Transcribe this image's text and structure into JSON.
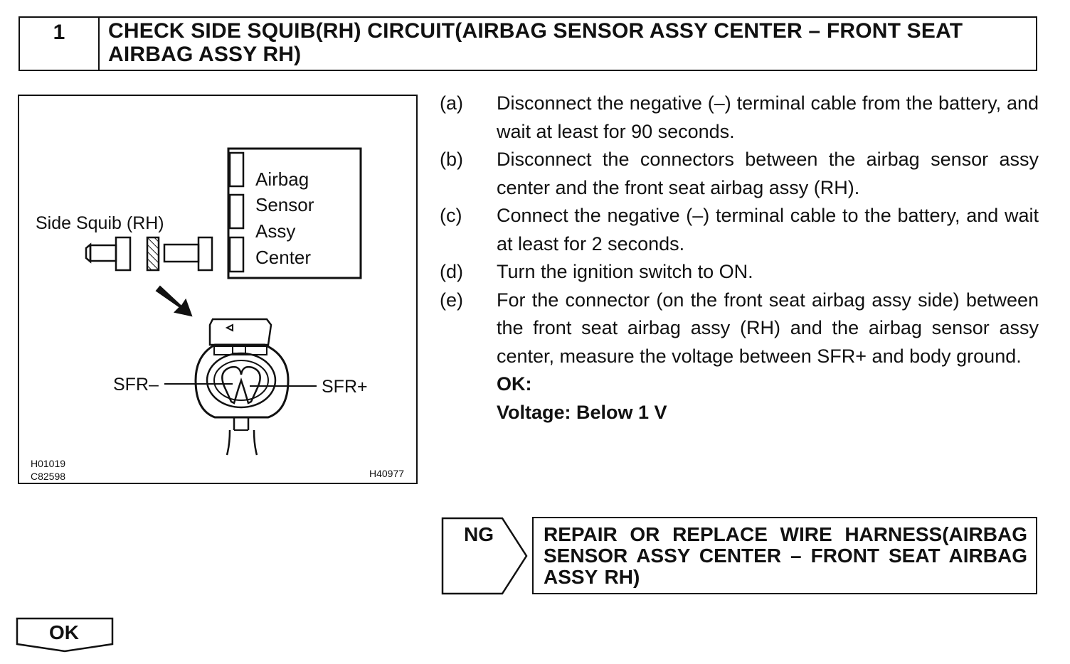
{
  "header": {
    "step_number": "1",
    "title": "CHECK SIDE SQUIB(RH) CIRCUIT(AIRBAG SENSOR ASSY CENTER – FRONT SEAT AIRBAG ASSY RH)"
  },
  "figure": {
    "ecu_lines": [
      "Airbag",
      "Sensor",
      "Assy",
      "Center"
    ],
    "squib_label": "Side Squib (RH)",
    "terminal_minus": "SFR–",
    "terminal_plus": "SFR+",
    "code_1": "H01019",
    "code_2": "C82598",
    "code_3": "H40977"
  },
  "steps": [
    {
      "label": "(a)",
      "text": "Disconnect the negative (–) terminal cable from the battery, and wait at least for 90 seconds."
    },
    {
      "label": "(b)",
      "text": "Disconnect the connectors between the airbag sensor assy center and the front seat airbag assy (RH)."
    },
    {
      "label": "(c)",
      "text": "Connect the negative (–) terminal cable to the battery, and wait at least for 2 seconds."
    },
    {
      "label": "(d)",
      "text": "Turn the ignition switch to ON."
    },
    {
      "label": "(e)",
      "text": "For the connector (on the front seat airbag assy side) between the front seat airbag assy (RH) and the airbag sensor assy center, measure the voltage between SFR+ and body ground."
    }
  ],
  "spec": {
    "ok_heading": "OK:",
    "value": "Voltage: Below 1 V"
  },
  "ng": {
    "label": "NG",
    "action": "REPAIR OR REPLACE WIRE HARNESS(AIRBAG SENSOR ASSY CENTER – FRONT SEAT AIRBAG ASSY RH)"
  },
  "ok": {
    "label": "OK"
  }
}
